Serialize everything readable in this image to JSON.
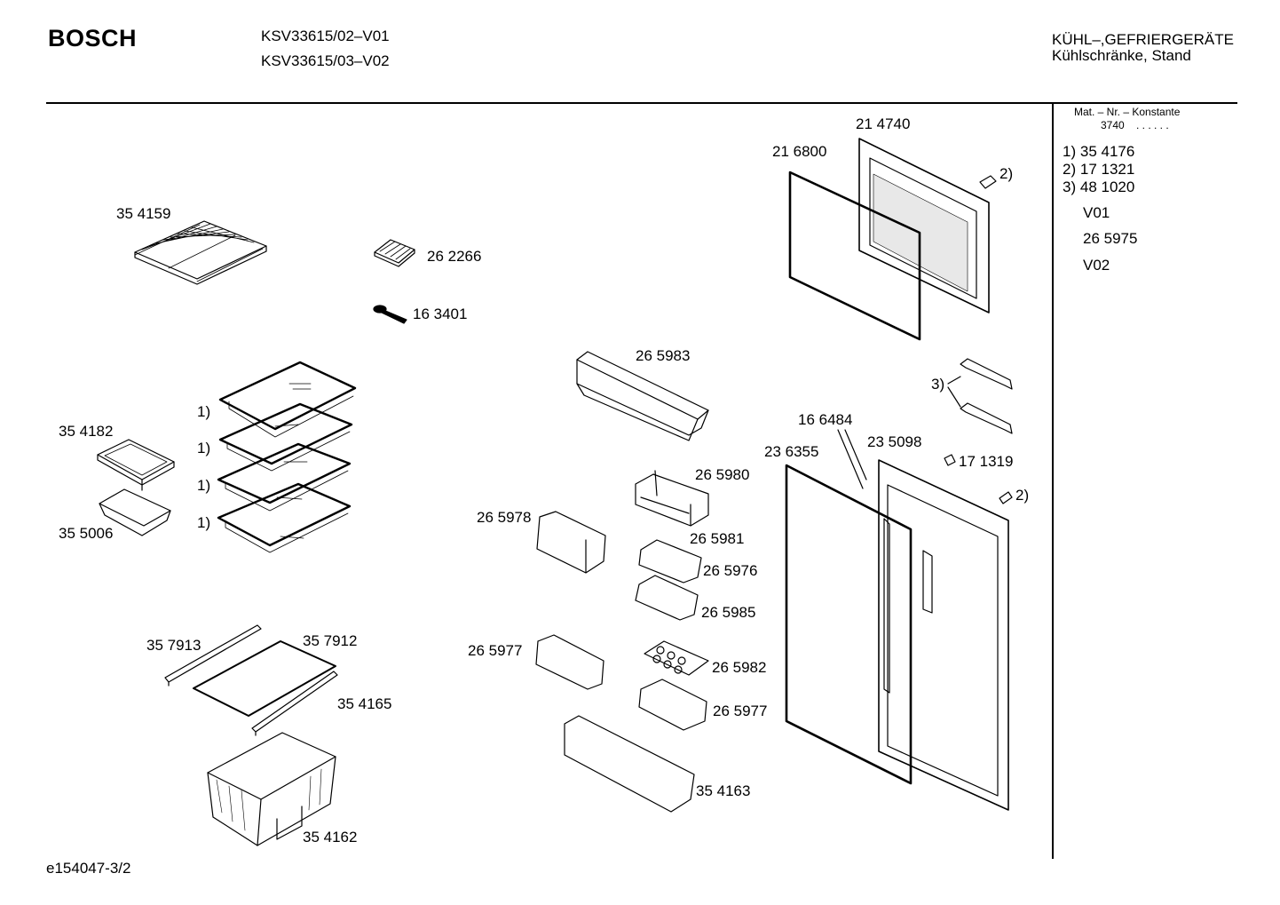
{
  "header": {
    "brand": "BOSCH",
    "models": [
      "KSV33615/02–V01",
      "KSV33615/03–V02"
    ],
    "category": "KÜHL–,GEFRIERGERÄTE",
    "subcategory": "Kühlschränke, Stand"
  },
  "sidebar": {
    "mat_heading": "Mat. – Nr. – Konstante",
    "mat_value": "3740",
    "mat_dots": ". . . . . .",
    "refs": [
      {
        "marker": "1)",
        "number": "35 4176"
      },
      {
        "marker": "2)",
        "number": "17 1321"
      },
      {
        "marker": "3)",
        "number": "48 1020"
      }
    ],
    "variant_1": "V01",
    "variant_number": "26 5975",
    "variant_2": "V02"
  },
  "parts": {
    "p354159": "35 4159",
    "p262266": "26 2266",
    "p163401": "16 3401",
    "p354182": "35 4182",
    "p355006": "35 5006",
    "shelf_marker": "1)",
    "p357913": "35 7913",
    "p357912": "35 7912",
    "p354165": "35 4165",
    "p354162": "35 4162",
    "p265983": "26 5983",
    "p265980": "26 5980",
    "p265978": "26 5978",
    "p265981": "26 5981",
    "p265976": "26 5976",
    "p265985": "26 5985",
    "p265977a": "26 5977",
    "p265982": "26 5982",
    "p265977b": "26 5977",
    "p354163": "35 4163",
    "p214740": "21 4740",
    "p216800": "21 6800",
    "ref2_top": "2)",
    "ref3": "3)",
    "p166484": "16 6484",
    "p236355": "23 6355",
    "p235098": "23 5098",
    "p171319": "17 1319",
    "ref2_bottom": "2)"
  },
  "footer": {
    "doc_id": "e154047-3/2"
  }
}
